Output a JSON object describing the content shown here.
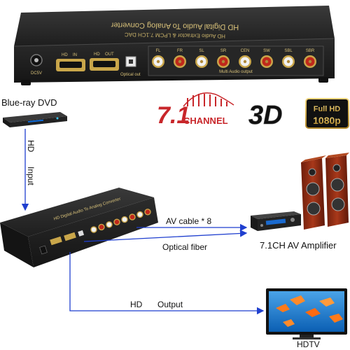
{
  "device_top": {
    "title_line1": "HD  Digital Audio To Analog Converter",
    "title_line2": "HD  Audio Extractor & LPCM 7.1CH DAC",
    "port_labels": [
      "DC5V",
      "HD",
      "IN",
      "HD",
      "OUT",
      "Optical out"
    ],
    "channels": [
      "FL",
      "FR",
      "SL",
      "SR",
      "CEN",
      "SW",
      "SBL",
      "SBR"
    ],
    "multi_audio_label": "Multi Audio output"
  },
  "badges": {
    "seven_one_number": "7.1",
    "seven_one_word": "CHANNEL",
    "three_d": "3D",
    "full_hd_top": "Full HD",
    "full_hd_bottom": "1080p"
  },
  "diagram": {
    "source_label": "Blue-ray DVD",
    "hd_vertical": "HD",
    "input_vertical": "Input",
    "av_cable_label": "AV cable * 8",
    "optical_label": "Optical fiber",
    "amplifier_label": "7.1CH AV Amplifier",
    "hd_output_hd": "HD",
    "hd_output_word": "Output",
    "hdtv_label": "HDTV",
    "small_device_title": "HD  Digital Audio To Analog Converter"
  },
  "colors": {
    "arrow": "#1f3fcf",
    "device_body": "#2a2a2a",
    "rca_red": "#c0281b",
    "rca_white": "#f2f2f2",
    "speaker_wood": "#8e2b12",
    "channel_red": "#c8262a"
  }
}
